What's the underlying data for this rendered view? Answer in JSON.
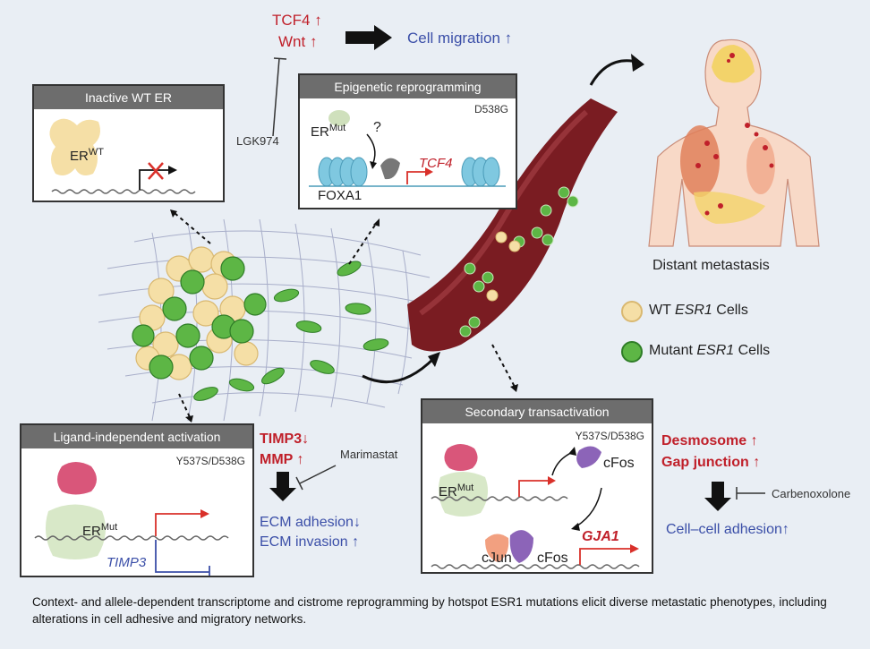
{
  "top": {
    "tcf4": "TCF4 ↑",
    "wnt": "Wnt ↑",
    "cell_migration": "Cell migration ↑",
    "lgk974": "LGK974"
  },
  "box_inactive": {
    "title": "Inactive WT ER",
    "er": "ER",
    "er_sup": "WT"
  },
  "box_epigenetic": {
    "title": "Epigenetic reprogramming",
    "mutation": "D538G",
    "er": "ER",
    "er_sup": "Mut",
    "question": "?",
    "foxa1": "FOXA1",
    "gene": "TCF4"
  },
  "metastasis": {
    "label": "Distant metastasis"
  },
  "legend": {
    "wt_prefix": "WT ",
    "wt_gene": "ESR1",
    "wt_suffix": " Cells",
    "mut_prefix": "Mutant ",
    "mut_gene": "ESR1",
    "mut_suffix": " Cells"
  },
  "box_ligand": {
    "title": "Ligand-independent activation",
    "mutation": "Y537S/D538G",
    "er": "ER",
    "er_sup": "Mut",
    "gene": "TIMP3"
  },
  "middle": {
    "timp3": "TIMP3↓",
    "mmp": "MMP ↑",
    "marimastat": "Marimastat",
    "ecm_adhesion": "ECM adhesion↓",
    "ecm_invasion": "ECM invasion ↑"
  },
  "box_secondary": {
    "title": "Secondary transactivation",
    "mutation": "Y537S/D538G",
    "er": "ER",
    "er_sup": "Mut",
    "cfos_top": "cFos",
    "cjun": "cJun",
    "cfos_bottom": "cFos",
    "gene": "GJA1"
  },
  "right": {
    "desmosome": "Desmosome ↑",
    "gap_junction": "Gap junction ↑",
    "carbenoxolone": "Carbenoxolone",
    "cell_adhesion": "Cell–cell adhesion↑"
  },
  "caption": "Context- and allele-dependent transcriptome and cistrome reprogramming by hotspot ESR1 mutations elicit diverse metastatic phenotypes, including alterations in cell adhesive and migratory networks.",
  "colors": {
    "wt_cell": "#f5dfa6",
    "mut_cell": "#5db645",
    "vessel": "#7a1c22",
    "red_text": "#c0202a",
    "blue_text": "#3b4fa8",
    "header": "#6d6d6d"
  }
}
